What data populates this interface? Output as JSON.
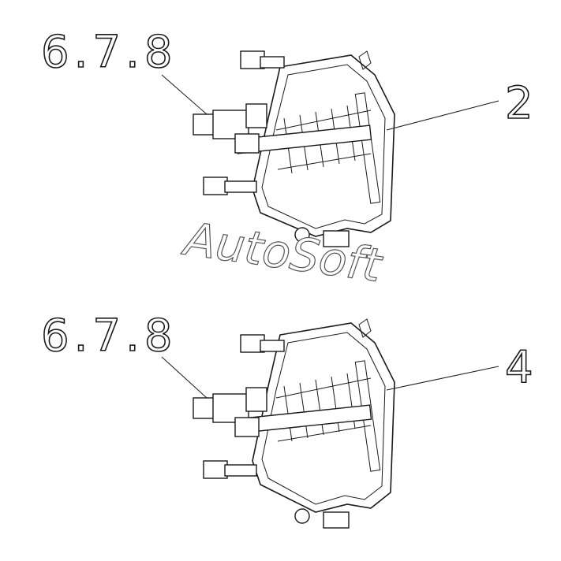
{
  "diagram": {
    "upper_assembly": {
      "ref_label": "6.7.8",
      "part_number": "2"
    },
    "lower_assembly": {
      "ref_label": "6.7.8",
      "part_number": "4"
    }
  },
  "watermark": "AutoSoft"
}
